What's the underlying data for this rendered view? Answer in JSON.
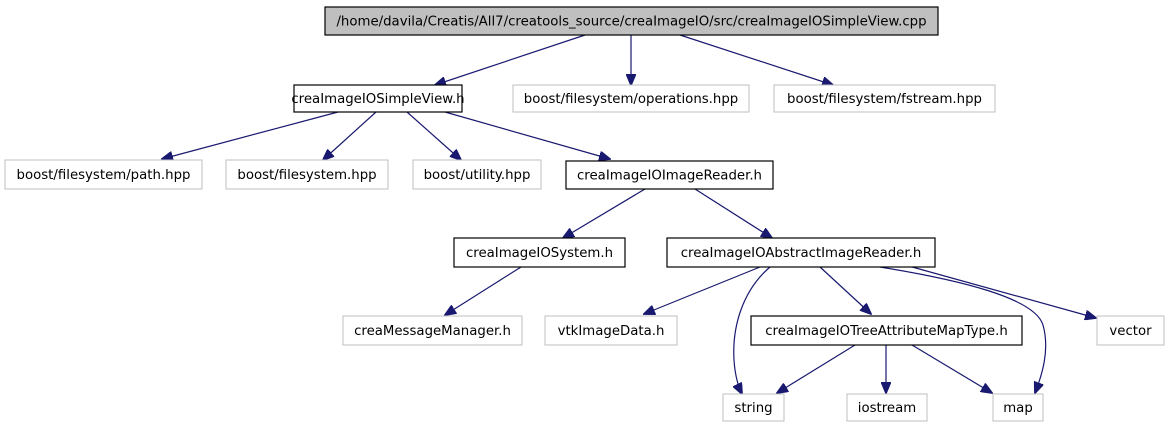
{
  "diagram": {
    "nodes": [
      {
        "id": "root",
        "label": "/home/davila/Creatis/All7/creatools_source/creaImageIO/src/creaImageIOSimpleView.cpp",
        "kind": "root"
      },
      {
        "id": "simpleview_h",
        "label": "creaImageIOSimpleView.h",
        "kind": "documented"
      },
      {
        "id": "operations",
        "label": "boost/filesystem/operations.hpp",
        "kind": "external"
      },
      {
        "id": "fstream",
        "label": "boost/filesystem/fstream.hpp",
        "kind": "external"
      },
      {
        "id": "path",
        "label": "boost/filesystem/path.hpp",
        "kind": "external"
      },
      {
        "id": "filesystem",
        "label": "boost/filesystem.hpp",
        "kind": "external"
      },
      {
        "id": "utility",
        "label": "boost/utility.hpp",
        "kind": "external"
      },
      {
        "id": "imagereader",
        "label": "creaImageIOImageReader.h",
        "kind": "documented"
      },
      {
        "id": "system",
        "label": "creaImageIOSystem.h",
        "kind": "documented"
      },
      {
        "id": "abstractreader",
        "label": "creaImageIOAbstractImageReader.h",
        "kind": "documented"
      },
      {
        "id": "messagemanager",
        "label": "creaMessageManager.h",
        "kind": "external"
      },
      {
        "id": "vtkimagedata",
        "label": "vtkImageData.h",
        "kind": "external"
      },
      {
        "id": "treeattr",
        "label": "creaImageIOTreeAttributeMapType.h",
        "kind": "documented"
      },
      {
        "id": "vector",
        "label": "vector",
        "kind": "external"
      },
      {
        "id": "string",
        "label": "string",
        "kind": "external"
      },
      {
        "id": "iostream",
        "label": "iostream",
        "kind": "external"
      },
      {
        "id": "map",
        "label": "map",
        "kind": "external"
      }
    ],
    "edges": [
      {
        "from": "root",
        "to": "simpleview_h"
      },
      {
        "from": "root",
        "to": "operations"
      },
      {
        "from": "root",
        "to": "fstream"
      },
      {
        "from": "simpleview_h",
        "to": "path"
      },
      {
        "from": "simpleview_h",
        "to": "filesystem"
      },
      {
        "from": "simpleview_h",
        "to": "utility"
      },
      {
        "from": "simpleview_h",
        "to": "imagereader"
      },
      {
        "from": "imagereader",
        "to": "system"
      },
      {
        "from": "imagereader",
        "to": "abstractreader"
      },
      {
        "from": "system",
        "to": "messagemanager"
      },
      {
        "from": "abstractreader",
        "to": "vtkimagedata"
      },
      {
        "from": "abstractreader",
        "to": "string"
      },
      {
        "from": "abstractreader",
        "to": "treeattr"
      },
      {
        "from": "abstractreader",
        "to": "map"
      },
      {
        "from": "abstractreader",
        "to": "vector"
      },
      {
        "from": "treeattr",
        "to": "string"
      },
      {
        "from": "treeattr",
        "to": "iostream"
      },
      {
        "from": "treeattr",
        "to": "map"
      }
    ],
    "colors": {
      "edge": "#191970",
      "documented_border": "#000000",
      "external_border": "#bfbfbf",
      "root_fill": "#bfbfbf"
    }
  }
}
